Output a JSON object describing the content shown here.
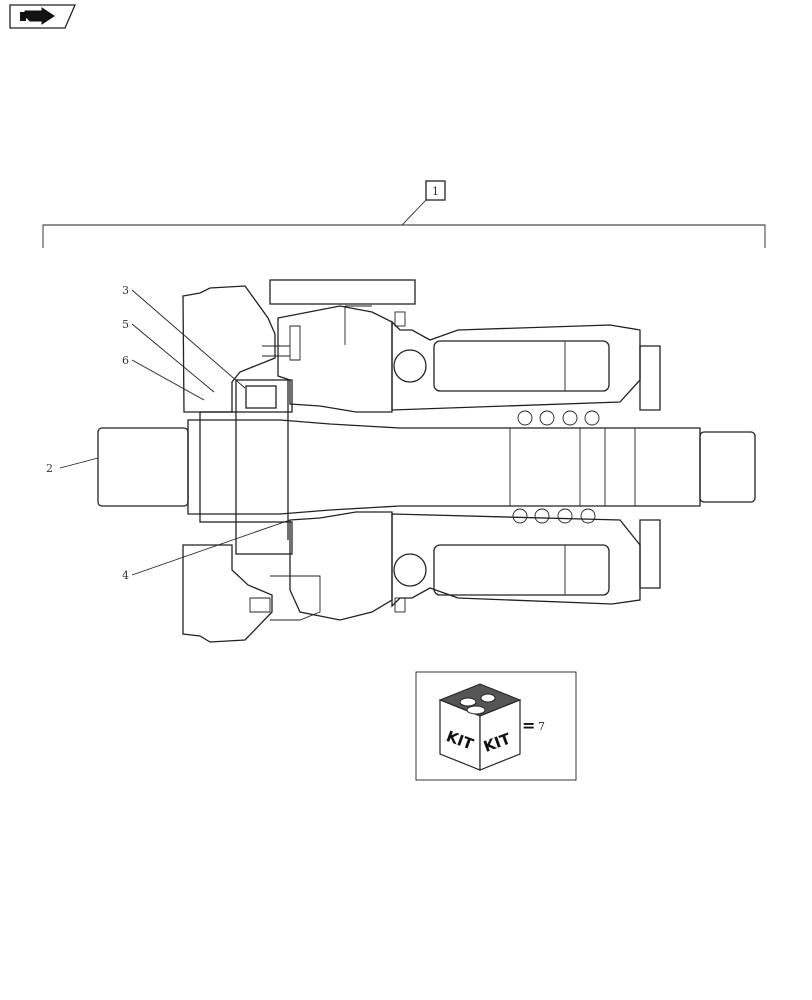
{
  "header": {
    "nav_icon": "back-arrow-icon"
  },
  "assembly": {
    "label": "1"
  },
  "callouts": {
    "c2": "2",
    "c3": "3",
    "c4": "4",
    "c5": "5",
    "c6": "6"
  },
  "kit": {
    "box_text_left": "KIT",
    "box_text_right": "KIT",
    "equals": "=",
    "item": "7",
    "icon": "kit-box-icon"
  }
}
